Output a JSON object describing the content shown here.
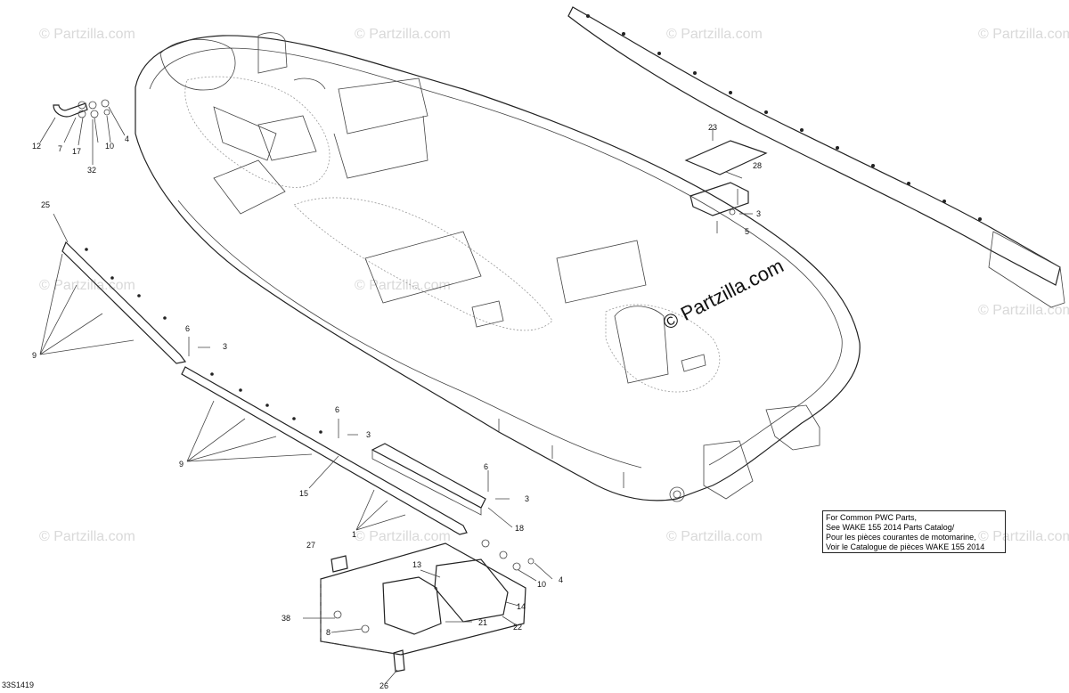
{
  "watermark": "© Partzilla.com",
  "main_watermark": "© Partzilla.com",
  "drawing_code": "33S1419",
  "info_box": {
    "line1": "For Common PWC Parts,",
    "line2": "See WAKE 155 2014 Parts Catalog/",
    "line3": "Pour les pièces courantes de motomarine,",
    "line4": "Voir le Catalogue de pièces WAKE 155 2014"
  },
  "callouts": {
    "c12": "12",
    "c7": "7",
    "c17": "17",
    "c10a": "10",
    "c4a": "4",
    "c32": "32",
    "c23": "23",
    "c28": "28",
    "c3a": "3",
    "c5": "5",
    "c25": "25",
    "c6a": "6",
    "c3b": "3",
    "c9a": "9",
    "c6b": "6",
    "c3c": "3",
    "c9b": "9",
    "c15": "15",
    "c6c": "6",
    "c3d": "3",
    "c18": "18",
    "c1": "1",
    "c27": "27",
    "c13": "13",
    "c10b": "10",
    "c4b": "4",
    "c14": "14",
    "c38": "38",
    "c21": "21",
    "c22": "22",
    "c8": "8",
    "c26": "26"
  }
}
